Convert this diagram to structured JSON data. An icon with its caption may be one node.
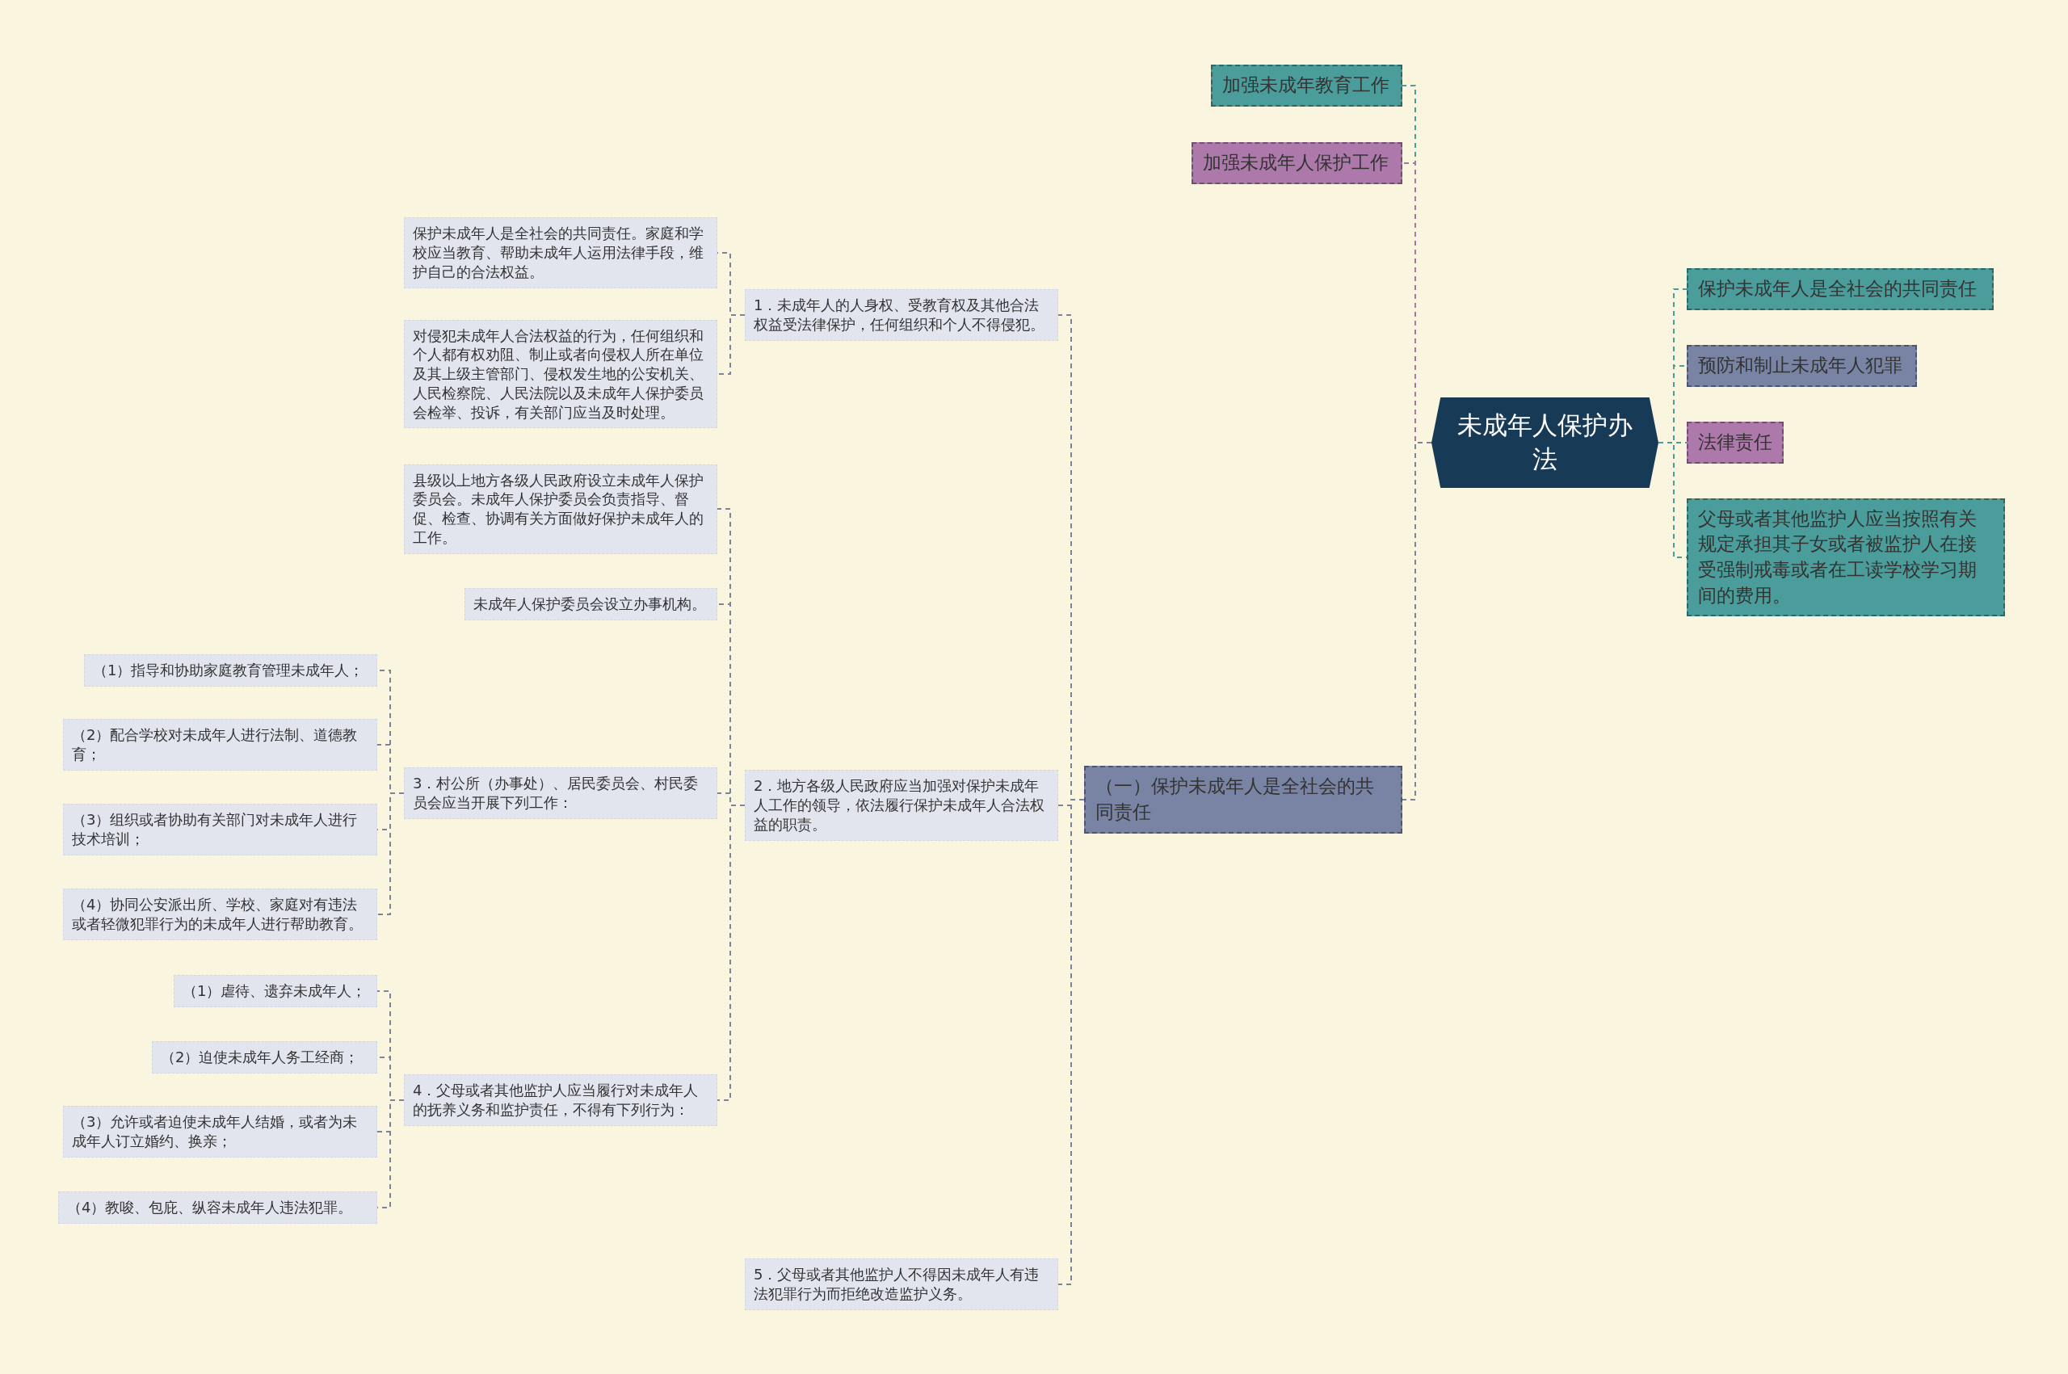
{
  "diagram": {
    "nodes": [
      {
        "text": [
          "未成年人保护办法"
        ]
      },
      {
        "text": [
          "加强未成年教育工作"
        ]
      },
      {
        "text": [
          "加强未成年人保护工作"
        ]
      },
      {
        "text": [
          "（一）保护未成年人是全社会的共同责任"
        ]
      },
      {
        "text": [
          "1．未成年人的人身权、受教育权及其他合法权益受法律保护，任何组织和个人不得侵犯。"
        ]
      },
      {
        "text": [
          "保护未成年人是全社会的共同责任。家庭和学校应当教育、帮助未成年人运用法律手段，维护自己的合法权益。"
        ]
      },
      {
        "text": [
          "对侵犯未成年人合法权益的行为，任何组织和个人都有权劝阻、制止或者向侵权人所在单位及其上级主管部门、侵权发生地的公安机关、人民检察院、人民法院以及未成年人保护委员会检举、投诉，有关部门应当及时处理。"
        ]
      },
      {
        "text": [
          "2．地方各级人民政府应当加强对保护未成年人工作的领导，依法履行保护未成年人合法权益的职责。"
        ]
      },
      {
        "text": [
          "县级以上地方各级人民政府设立未成年人保护委员会。未成年人保护委员会负责指导、督促、检查、协调有关方面做好保护未成年人的工作。"
        ]
      },
      {
        "text": [
          "未成年人保护委员会设立办事机构。"
        ]
      },
      {
        "text": [
          "3．村公所（办事处）、居民委员会、村民委员会应当开展下列工作："
        ]
      },
      {
        "text": [
          "（1）指导和协助家庭教育管理未成年人；"
        ]
      },
      {
        "text": [
          "（2）配合学校对未成年人进行法制、道德教育；"
        ]
      },
      {
        "text": [
          "（3）组织或者协助有关部门对未成年人进行技术培训；"
        ]
      },
      {
        "text": [
          "（4）协同公安派出所、学校、家庭对有违法或者轻微犯罪行为的未成年人进行帮助教育。"
        ]
      },
      {
        "text": [
          "4．父母或者其他监护人应当履行对未成年人的抚养义务和监护责任，不得有下列行为："
        ]
      },
      {
        "text": [
          "（1）虐待、遗弃未成年人；"
        ]
      },
      {
        "text": [
          "（2）迫使未成年人务工经商；"
        ]
      },
      {
        "text": [
          "（3）允许或者迫使未成年人结婚，或者为未成年人订立婚约、换亲；"
        ]
      },
      {
        "text": [
          "（4）教唆、包庇、纵容未成年人违法犯罪。"
        ]
      },
      {
        "text": [
          "5．父母或者其他监护人不得因未成年人有违法犯罪行为而拒绝改造监护义务。"
        ]
      },
      {
        "text": [
          "保护未成年人是全社会的共同责任"
        ]
      },
      {
        "text": [
          "预防和制止未成年人犯罪"
        ]
      },
      {
        "text": [
          "法律责任"
        ]
      },
      {
        "text": [
          "父母或者其他监护人应当按照有关规定承担其子女或者被监护人在接受强制戒毒或者在工读学校学习期间的费用。"
        ]
      }
    ],
    "edges": [
      {
        "from": 0,
        "to": 1,
        "arrow": "none",
        "color": "#4a9d9a"
      },
      {
        "from": 0,
        "to": 2,
        "arrow": "none",
        "color": "#a874a6"
      },
      {
        "from": 0,
        "to": 3,
        "arrow": "none"
      },
      {
        "from": 3,
        "to": 4,
        "arrow": "none"
      },
      {
        "from": 4,
        "to": 5,
        "arrow": "none"
      },
      {
        "from": 4,
        "to": 6,
        "arrow": "none"
      },
      {
        "from": 3,
        "to": 7,
        "arrow": "none"
      },
      {
        "from": 7,
        "to": 8,
        "arrow": "none"
      },
      {
        "from": 7,
        "to": 9,
        "arrow": "none"
      },
      {
        "from": 7,
        "to": 10,
        "arrow": "none"
      },
      {
        "from": 10,
        "to": 11,
        "arrow": "none"
      },
      {
        "from": 10,
        "to": 12,
        "arrow": "none"
      },
      {
        "from": 10,
        "to": 13,
        "arrow": "none"
      },
      {
        "from": 10,
        "to": 14,
        "arrow": "none"
      },
      {
        "from": 7,
        "to": 15,
        "arrow": "none"
      },
      {
        "from": 15,
        "to": 16,
        "arrow": "none"
      },
      {
        "from": 15,
        "to": 17,
        "arrow": "none"
      },
      {
        "from": 15,
        "to": 18,
        "arrow": "none"
      },
      {
        "from": 15,
        "to": 19,
        "arrow": "none"
      },
      {
        "from": 3,
        "to": 20,
        "arrow": "none"
      },
      {
        "from": 0,
        "to": 21,
        "arrow": "none",
        "color": "#4a9d9a"
      },
      {
        "from": 0,
        "to": 22,
        "arrow": "none",
        "color": "#4a9d9a"
      },
      {
        "from": 0,
        "to": 23,
        "arrow": "none",
        "color": "#4a9d9a"
      },
      {
        "from": 0,
        "to": 24,
        "arrow": "none",
        "color": "#4a9d9a"
      }
    ]
  }
}
